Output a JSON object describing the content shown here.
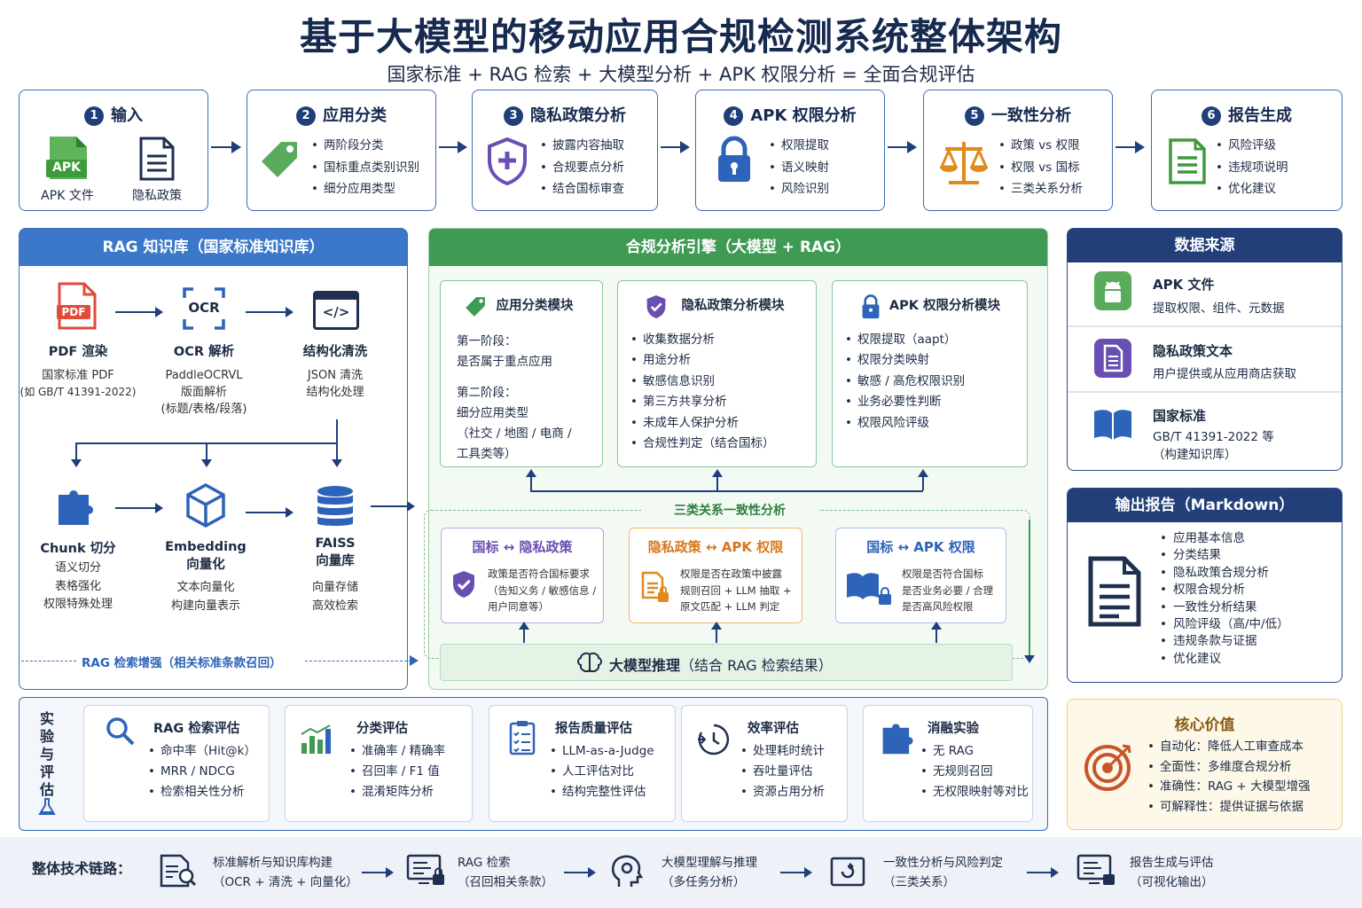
{
  "header": {
    "title": "基于大模型的移动应用合规检测系统整体架构",
    "subtitle": "国家标准 + RAG 检索 + 大模型分析 + APK 权限分析 = 全面合规评估"
  },
  "pipeline": [
    {
      "num": "1",
      "title": "输入",
      "items": [],
      "apk_label": "APK 文件",
      "policy_label": "隐私政策",
      "apk_text": "APK"
    },
    {
      "num": "2",
      "title": "应用分类",
      "items": [
        "两阶段分类",
        "国标重点类别识别",
        "细分应用类型"
      ]
    },
    {
      "num": "3",
      "title": "隐私政策分析",
      "items": [
        "披露内容抽取",
        "合规要点分析",
        "结合国标审查"
      ]
    },
    {
      "num": "4",
      "title": "APK 权限分析",
      "items": [
        "权限提取",
        "语义映射",
        "风险识别"
      ]
    },
    {
      "num": "5",
      "title": "一致性分析",
      "items": [
        "政策 vs 权限",
        "权限 vs 国标",
        "三类关系分析"
      ]
    },
    {
      "num": "6",
      "title": "报告生成",
      "items": [
        "风险评级",
        "违规项说明",
        "优化建议"
      ]
    }
  ],
  "rag": {
    "title": "RAG 知识库（国家标准知识库）",
    "pdf_badge": "PDF",
    "ocr_badge": "OCR",
    "code_badge": "</>",
    "steps_top": [
      {
        "name": "PDF 渲染",
        "lines": [
          "国家标准 PDF",
          "(如 GB/T 41391-2022)"
        ]
      },
      {
        "name": "OCR 解析",
        "lines": [
          "PaddleOCRVL",
          "版面解析",
          "(标题/表格/段落)"
        ]
      },
      {
        "name": "结构化清洗",
        "lines": [
          "JSON 清洗",
          "结构化处理"
        ]
      }
    ],
    "steps_bottom": [
      {
        "name": "Chunk 切分",
        "lines": [
          "语义切分",
          "表格强化",
          "权限特殊处理"
        ]
      },
      {
        "name": "Embedding",
        "name2": "向量化",
        "lines": [
          "文本向量化",
          "构建向量表示"
        ]
      },
      {
        "name": "FAISS",
        "name2": "向量库",
        "lines": [
          "向量存储",
          "高效检索"
        ]
      }
    ],
    "enhance_label": "RAG 检索增强（相关标准条款召回）"
  },
  "engine": {
    "title": "合规分析引擎（大模型 + RAG）",
    "modules": [
      {
        "title": "应用分类模块",
        "lines": [
          "第一阶段：",
          "是否属于重点应用",
          "",
          "第二阶段：",
          "细分应用类型",
          "（社交 / 地图 / 电商 /",
          "工具类等）"
        ]
      },
      {
        "title": "隐私政策分析模块",
        "lines": [
          "收集数据分析",
          "用途分析",
          "敏感信息识别",
          "第三方共享分析",
          "未成年人保护分析",
          "合规性判定（结合国标）"
        ]
      },
      {
        "title": "APK 权限分析模块",
        "lines": [
          "权限提取（aapt）",
          "权限分类映射",
          "敏感 / 高危权限识别",
          "业务必要性判断",
          "权限风险评级"
        ]
      }
    ],
    "consistency_label": "三类关系一致性分析",
    "relations": [
      {
        "title": "国标 ↔ 隐私政策",
        "color": "#6a4fb3",
        "border": "#b9a8e0",
        "lines": [
          "政策是否符合国标要求",
          "（告知义务 / 敏感信息 /",
          "用户同意等）"
        ]
      },
      {
        "title": "隐私政策 ↔ APK 权限",
        "color": "#d7771d",
        "border": "#f0b56f",
        "lines": [
          "权限是否在政策中披露",
          "规则召回 + LLM 抽取 +",
          "原文匹配 + LLM 判定"
        ]
      },
      {
        "title": "国标 ↔ APK 权限",
        "color": "#2d63b8",
        "border": "#a9c1e8",
        "lines": [
          "权限是否符合国标",
          "是否业务必要 / 合理",
          "是否高风险权限"
        ]
      }
    ],
    "reasoning_title": "大模型推理",
    "reasoning_suffix": "（结合 RAG 检索结果）"
  },
  "sources": {
    "title": "数据来源",
    "items": [
      {
        "name": "APK 文件",
        "desc": "提取权限、组件、元数据"
      },
      {
        "name": "隐私政策文本",
        "desc": "用户提供或从应用商店获取"
      },
      {
        "name": "国家标准",
        "desc": "GB/T 41391-2022 等",
        "desc2": "（构建知识库）"
      }
    ]
  },
  "report": {
    "title": "输出报告（Markdown）",
    "items": [
      "应用基本信息",
      "分类结果",
      "隐私政策合规分析",
      "权限合规分析",
      "一致性分析结果",
      "风险评级（高/中/低）",
      "违规条款与证据",
      "优化建议"
    ]
  },
  "experiments": {
    "side_label": "实验与评估",
    "cards": [
      {
        "title": "RAG 检索评估",
        "items": [
          "命中率（Hit@k）",
          "MRR / NDCG",
          "检索相关性分析"
        ]
      },
      {
        "title": "分类评估",
        "items": [
          "准确率 / 精确率",
          "召回率 / F1 值",
          "混淆矩阵分析"
        ]
      },
      {
        "title": "报告质量评估",
        "items": [
          "LLM-as-a-Judge",
          "人工评估对比",
          "结构完整性评估"
        ]
      },
      {
        "title": "效率评估",
        "items": [
          "处理耗时统计",
          "吞吐量评估",
          "资源占用分析"
        ]
      },
      {
        "title": "消融实验",
        "items": [
          "无 RAG",
          "无规则召回",
          "无权限映射等对比"
        ]
      }
    ]
  },
  "value": {
    "title": "核心价值",
    "items": [
      "自动化：降低人工审查成本",
      "全面性：多维度合规分析",
      "准确性：RAG + 大模型增强",
      "可解释性：提供证据与依据"
    ]
  },
  "chain": {
    "label": "整体技术链路：",
    "steps": [
      {
        "line1": "标准解析与知识库构建",
        "line2": "（OCR + 清洗 + 向量化）"
      },
      {
        "line1": "RAG 检索",
        "line2": "（召回相关条款）"
      },
      {
        "line1": "大模型理解与推理",
        "line2": "（多任务分析）"
      },
      {
        "line1": "一致性分析与风险判定",
        "line2": "（三类关系）"
      },
      {
        "line1": "报告生成与评估",
        "line2": "（可视化输出）"
      }
    ]
  }
}
